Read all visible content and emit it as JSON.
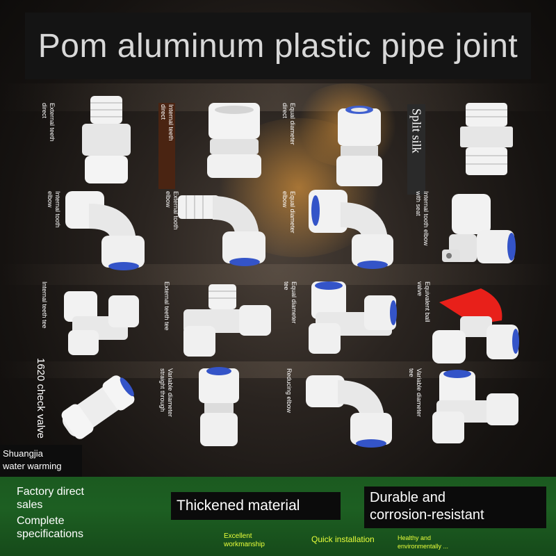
{
  "title": "Pom aluminum plastic pipe joint",
  "colors": {
    "fitting_white": "#f1f1f1",
    "blue_ring": "#3050c8",
    "red_handle": "#e8201a",
    "footer_green": "#1d5f22",
    "tag_yellow": "#e8ff3a"
  },
  "split_silk": "Split silk",
  "check_valve": "1620 check valve",
  "brand": {
    "line1": "Shuangjia",
    "line2": "water warming"
  },
  "products": [
    {
      "label": "External teeth\ndirect",
      "icon": "straight-male-fitting"
    },
    {
      "label": "Internal teeth\ndirect",
      "icon": "straight-female-fitting"
    },
    {
      "label": "Equal diameter\ndirect",
      "icon": "straight-union-fitting"
    },
    {
      "label": "",
      "icon": "hex-nipple-fitting"
    },
    {
      "label": "Internal tooth\nelbow",
      "icon": "female-elbow-fitting"
    },
    {
      "label": "External tooth\nelbow",
      "icon": "male-elbow-fitting"
    },
    {
      "label": "Equal diameter\nelbow",
      "icon": "equal-elbow-fitting"
    },
    {
      "label": "Internal tooth elbow\nwith seat",
      "icon": "seated-elbow-fitting"
    },
    {
      "label": "Internal teeth tee",
      "icon": "female-tee-fitting"
    },
    {
      "label": "External teeth tee",
      "icon": "male-tee-fitting"
    },
    {
      "label": "Equal diameter\ntee",
      "icon": "equal-tee-fitting"
    },
    {
      "label": "Equivalent ball\nvalve",
      "icon": "ball-valve-fitting"
    },
    {
      "label": "",
      "icon": "check-valve-fitting"
    },
    {
      "label": "Variable diameter\nstraight through",
      "icon": "reducer-straight-fitting"
    },
    {
      "label": "Reducing elbow",
      "icon": "reducing-elbow-fitting"
    },
    {
      "label": "Variable diameter\ntee",
      "icon": "reducing-tee-fitting"
    }
  ],
  "footer": {
    "left_line1": "Factory direct",
    "left_line2": "sales",
    "left_line3": "Complete",
    "left_line4": "specifications",
    "thickened": "Thickened material",
    "durable_line1": "Durable and",
    "durable_line2": "corrosion-resistant",
    "tag_excellent_1": "Excellent",
    "tag_excellent_2": "workmanship",
    "tag_quick": "Quick installation",
    "tag_healthy_1": "Healthy and",
    "tag_healthy_2": "environmentally ..."
  }
}
